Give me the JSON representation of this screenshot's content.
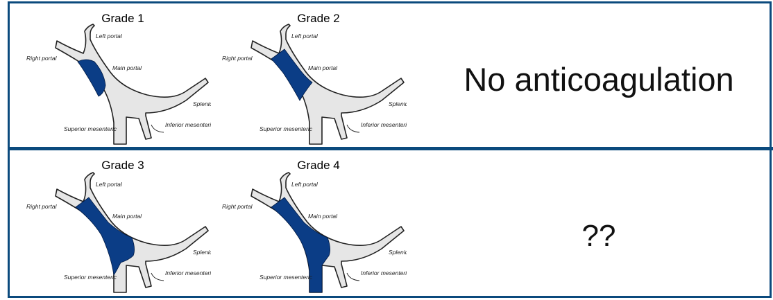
{
  "rows": [
    {
      "panels": [
        {
          "title": "Grade 1",
          "grade": 1
        },
        {
          "title": "Grade 2",
          "grade": 2
        }
      ],
      "note": "No anticoagulation"
    },
    {
      "panels": [
        {
          "title": "Grade 3",
          "grade": 3
        },
        {
          "title": "Grade 4",
          "grade": 4
        }
      ],
      "note": "??"
    }
  ],
  "vessel_labels": {
    "left_portal": "Left portal",
    "right_portal": "Right portal",
    "main_portal": "Main portal",
    "splenic": "Splenic",
    "superior_mesenteric": "Superior mesenteric",
    "inferior_mesenteric": "Inferior mesenteric"
  },
  "colors": {
    "frame": "#0b4a7d",
    "thrombus": "#0b3d86",
    "vessel_fill": "#e6e6e6",
    "vessel_stroke": "#222222"
  }
}
